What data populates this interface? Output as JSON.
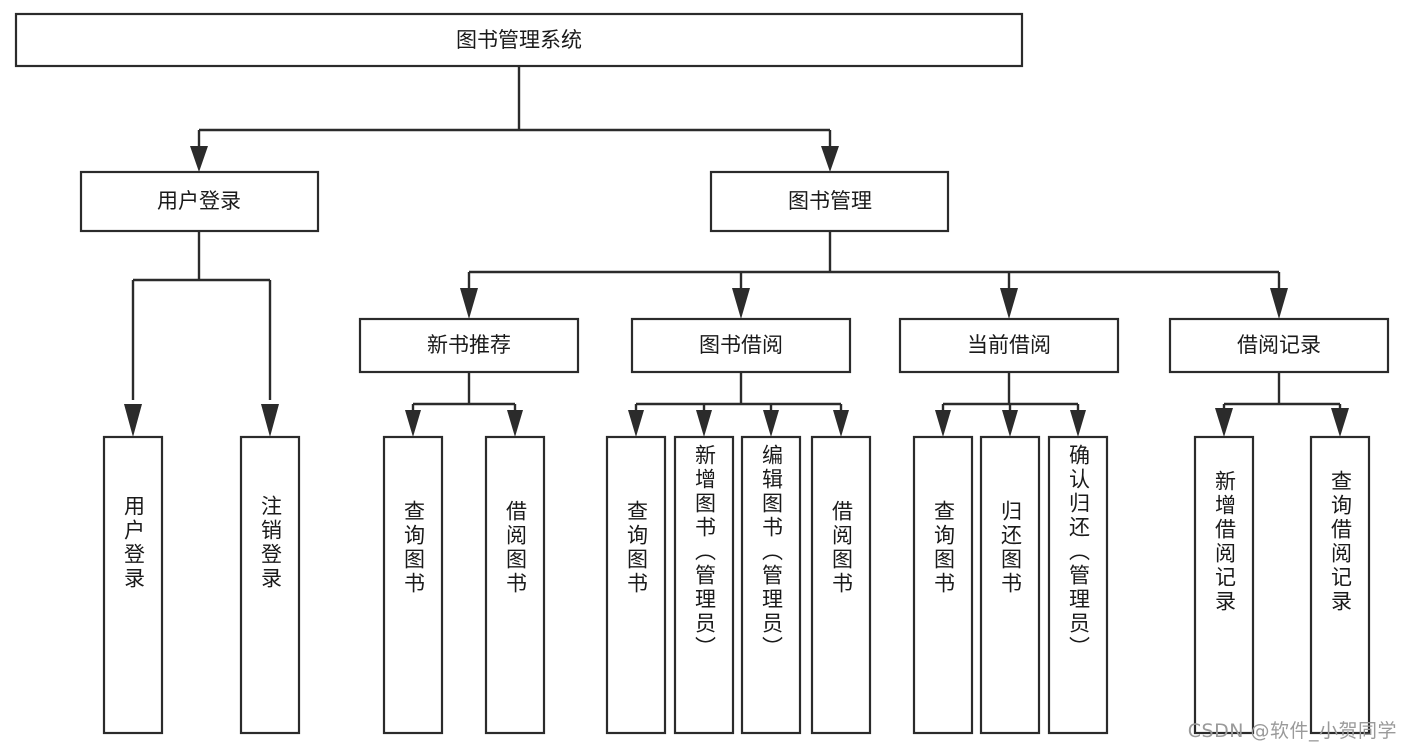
{
  "diagram": {
    "title": "图书管理系统",
    "watermark": "CSDN @软件_小贺同学",
    "type": "tree-hierarchy",
    "colors": {
      "background": "#ffffff",
      "box_fill": "#ffffff",
      "box_stroke": "#2b2b2b",
      "text": "#1a1a1a",
      "watermark": "#9a9a9a"
    },
    "root": {
      "label": "图书管理系统"
    },
    "level2": [
      {
        "label": "用户登录"
      },
      {
        "label": "图书管理"
      }
    ],
    "level3": [
      {
        "label": "新书推荐"
      },
      {
        "label": "图书借阅"
      },
      {
        "label": "当前借阅"
      },
      {
        "label": "借阅记录"
      }
    ],
    "leaves": {
      "user_login": [
        {
          "label": "用户登录"
        },
        {
          "label": "注销登录"
        }
      ],
      "new_book_recommend": [
        {
          "label": "查询图书"
        },
        {
          "label": "借阅图书"
        }
      ],
      "book_borrow": [
        {
          "label": "查询图书"
        },
        {
          "label": "新增图书（管理员）"
        },
        {
          "label": "编辑图书（管理员）"
        },
        {
          "label": "借阅图书"
        }
      ],
      "current_borrow": [
        {
          "label": "查询图书"
        },
        {
          "label": "归还图书"
        },
        {
          "label": "确认归还（管理员）"
        }
      ],
      "borrow_record": [
        {
          "label": "新增借阅记录"
        },
        {
          "label": "查询借阅记录"
        }
      ]
    }
  }
}
